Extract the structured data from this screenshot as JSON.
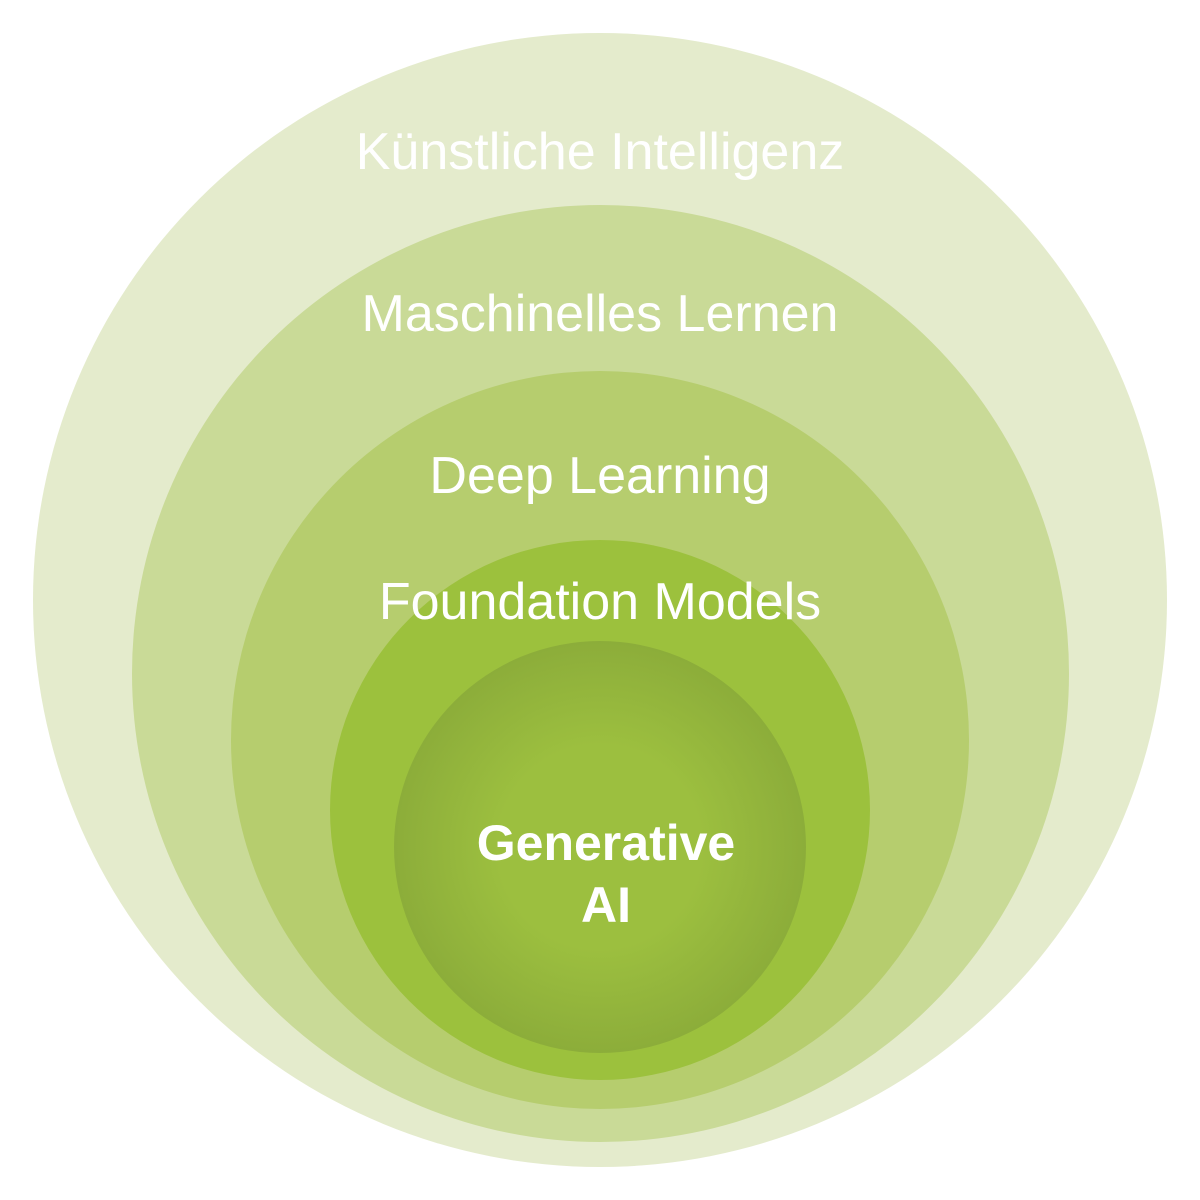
{
  "diagram": {
    "layers": [
      {
        "label": "Künstliche Intelligenz",
        "color": "#e4ebcc"
      },
      {
        "label": "Maschinelles Lernen",
        "color": "#c9da97"
      },
      {
        "label": "Deep Learning",
        "color": "#b6cd6e"
      },
      {
        "label": "Foundation Models",
        "color": "#9cc13d"
      }
    ],
    "core": {
      "line1": "Generative",
      "line2": "AI",
      "color_center": "#9cbf3f",
      "color_edge": "#7f9e36"
    }
  }
}
